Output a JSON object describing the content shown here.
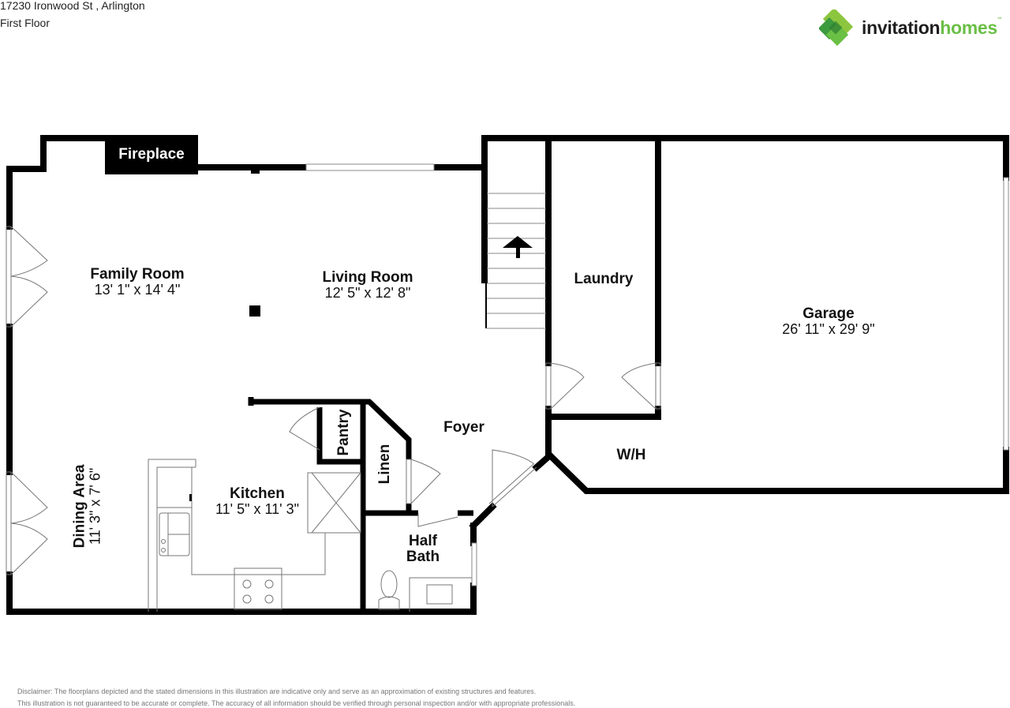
{
  "header": {
    "address": "17230 Ironwood St , Arlington",
    "floor": "First Floor"
  },
  "logo": {
    "icon": "green-clover-logo-icon",
    "text_part1": "invitation",
    "text_part2": "homes",
    "trademark": "™",
    "colors": {
      "dark": "#1e1e1e",
      "green": "#6abf45",
      "green_dark": "#3c9a3f"
    }
  },
  "rooms": {
    "fireplace": {
      "name": "Fireplace"
    },
    "family_room": {
      "name": "Family Room",
      "dims": "13' 1\" x 14' 4\""
    },
    "living_room": {
      "name": "Living Room",
      "dims": "12' 5\" x 12' 8\""
    },
    "laundry": {
      "name": "Laundry"
    },
    "garage": {
      "name": "Garage",
      "dims": "26' 11\" x 29' 9\""
    },
    "water_heater": {
      "name": "W/H"
    },
    "foyer": {
      "name": "Foyer"
    },
    "pantry": {
      "name": "Pantry"
    },
    "linen": {
      "name": "Linen"
    },
    "kitchen": {
      "name": "Kitchen",
      "dims": "11' 5\" x 11' 3\""
    },
    "dining_area": {
      "name": "Dining Area",
      "dims": "11' 3\" x 7' 6\""
    },
    "half_bath": {
      "name_line1": "Half",
      "name_line2": "Bath"
    }
  },
  "stairs": {
    "direction": "up",
    "icon": "up-arrow-icon"
  },
  "disclaimer": {
    "line1": "Disclaimer: The floorplans depicted and the stated dimensions in this illustration are indicative only and serve as an approximation of existing structures and features.",
    "line2": "This illustration is not guaranteed to be accurate or complete. The accuracy of all information should be verified through personal inspection and/or with appropriate professionals."
  }
}
